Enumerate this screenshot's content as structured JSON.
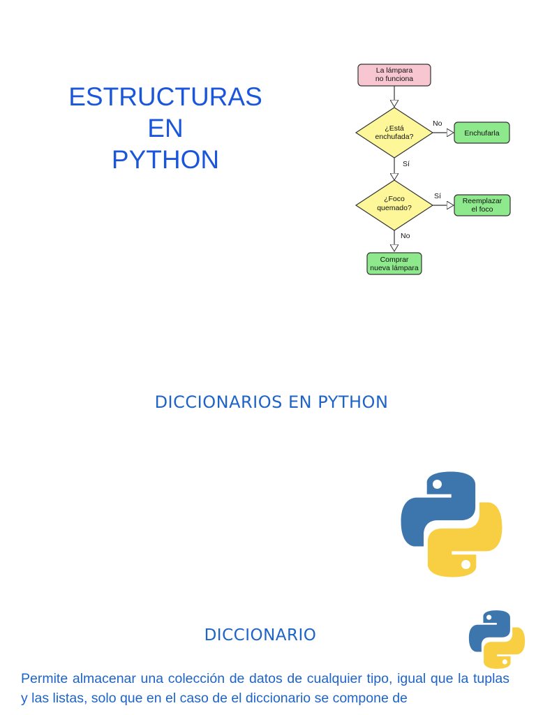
{
  "title": {
    "line1": "ESTRUCTURAS",
    "line2": "EN",
    "line3": "PYTHON"
  },
  "flowchart": {
    "start": {
      "line1": "La lámpara",
      "line2": "no funciona"
    },
    "decision1": {
      "line1": "¿Está",
      "line2": "enchufada?"
    },
    "action1": "Enchufarla",
    "decision2": {
      "line1": "¿Foco",
      "line2": "quemado?"
    },
    "action2": {
      "line1": "Reemplazar",
      "line2": "el foco"
    },
    "action3": {
      "line1": "Comprar",
      "line2": "nueva lámpara"
    },
    "labels": {
      "d1_right": "No",
      "d1_down": "Sí",
      "d2_right": "Sí",
      "d2_down": "No"
    },
    "colors": {
      "start_fill": "#f7c6d0",
      "decision_fill": "#fdf79a",
      "action_fill": "#8ee88c",
      "stroke": "#333333"
    }
  },
  "section": {
    "heading": "DICCIONARIOS  EN PYTHON",
    "subheading": "DICCIONARIO"
  },
  "body": {
    "paragraph": "Permite almacenar una colección de datos de cualquier tipo, igual que la tuplas y las listas, solo que en el caso de el diccionario se compone de"
  },
  "logo": {
    "name": "python-logo-icon",
    "blue": "#3d76ad",
    "yellow": "#f8cf43"
  },
  "colors": {
    "title": "#1a56db",
    "heading": "#1e63c8"
  }
}
